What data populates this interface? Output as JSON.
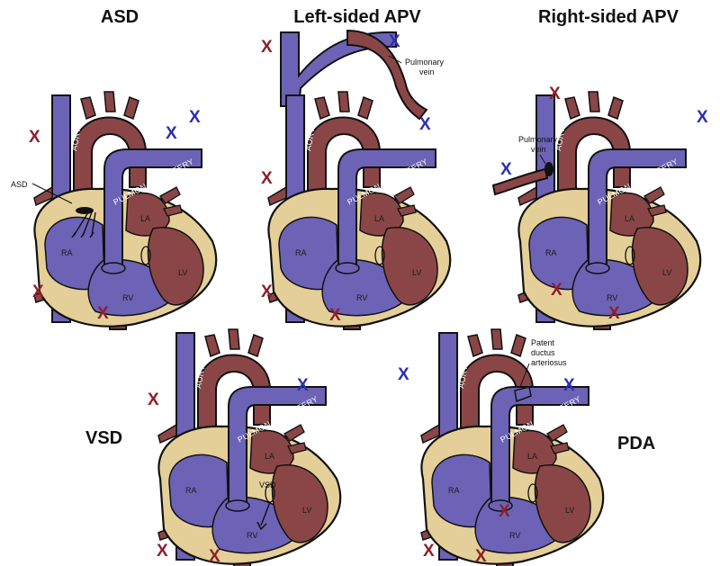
{
  "colors": {
    "oxygenated": "#8a4646",
    "deoxygenated": "#6c63b6",
    "muscle": "#e5cf98",
    "outline": "#111111",
    "red_x": "#8f1e2a",
    "blue_x": "#2b2fb0"
  },
  "heart_labels": {
    "aorta": "AORTA",
    "pulmonary_artery": "PULMONARY ARTERY",
    "ra": "RA",
    "la": "LA",
    "rv": "RV",
    "lv": "LV"
  },
  "mark_x": "X",
  "panels": [
    {
      "title": "ASD",
      "annotation": "ASD"
    },
    {
      "title": "Left-sided APV",
      "annotation": "Pulmonary vein"
    },
    {
      "title": "Right-sided APV",
      "annotation": "Pulmonary vein"
    },
    {
      "title": "VSD",
      "annotation": "VSD"
    },
    {
      "title": "PDA",
      "annotation": "Patent ductus arteriosus"
    }
  ],
  "annotation_lines": {
    "left_apv": [
      "Pulmonary",
      "vein"
    ],
    "right_apv": [
      "Pulmonary",
      "vein"
    ],
    "pda": [
      "Patent",
      "ductus",
      "arteriosus"
    ]
  }
}
